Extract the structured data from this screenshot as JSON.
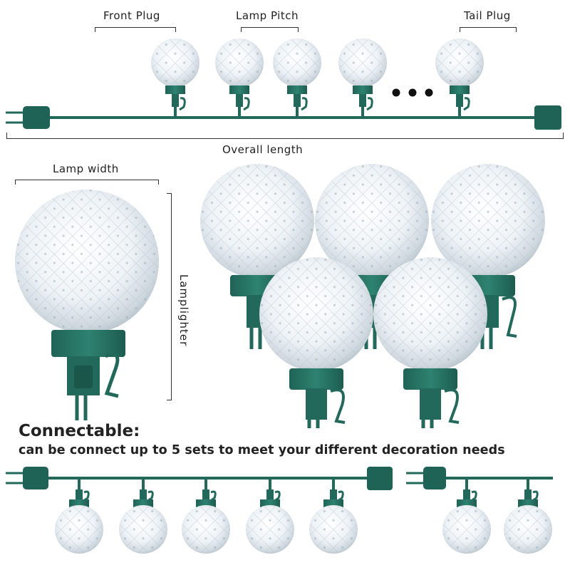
{
  "labels": {
    "front_plug": "Front Plug",
    "lamp_pitch": "Lamp Pitch",
    "tail_plug": "Tail Plug",
    "overall_length": "Overall length",
    "lamp_width": "Lamp width",
    "lamp_height": "Lamplighter"
  },
  "connectable": {
    "title": "Connectable:",
    "description": "can be connect up to 5 sets to meet your different decoration needs"
  },
  "colors": {
    "wire": "#22695b",
    "socket": "#2a7a6a",
    "bulb_glass": "#eef4f8",
    "bulb_shade": "#b9c6cf",
    "text": "#222222",
    "background": "#ffffff"
  },
  "icons": [
    "plug-icon",
    "bulb-icon",
    "ellipsis-dots"
  ]
}
